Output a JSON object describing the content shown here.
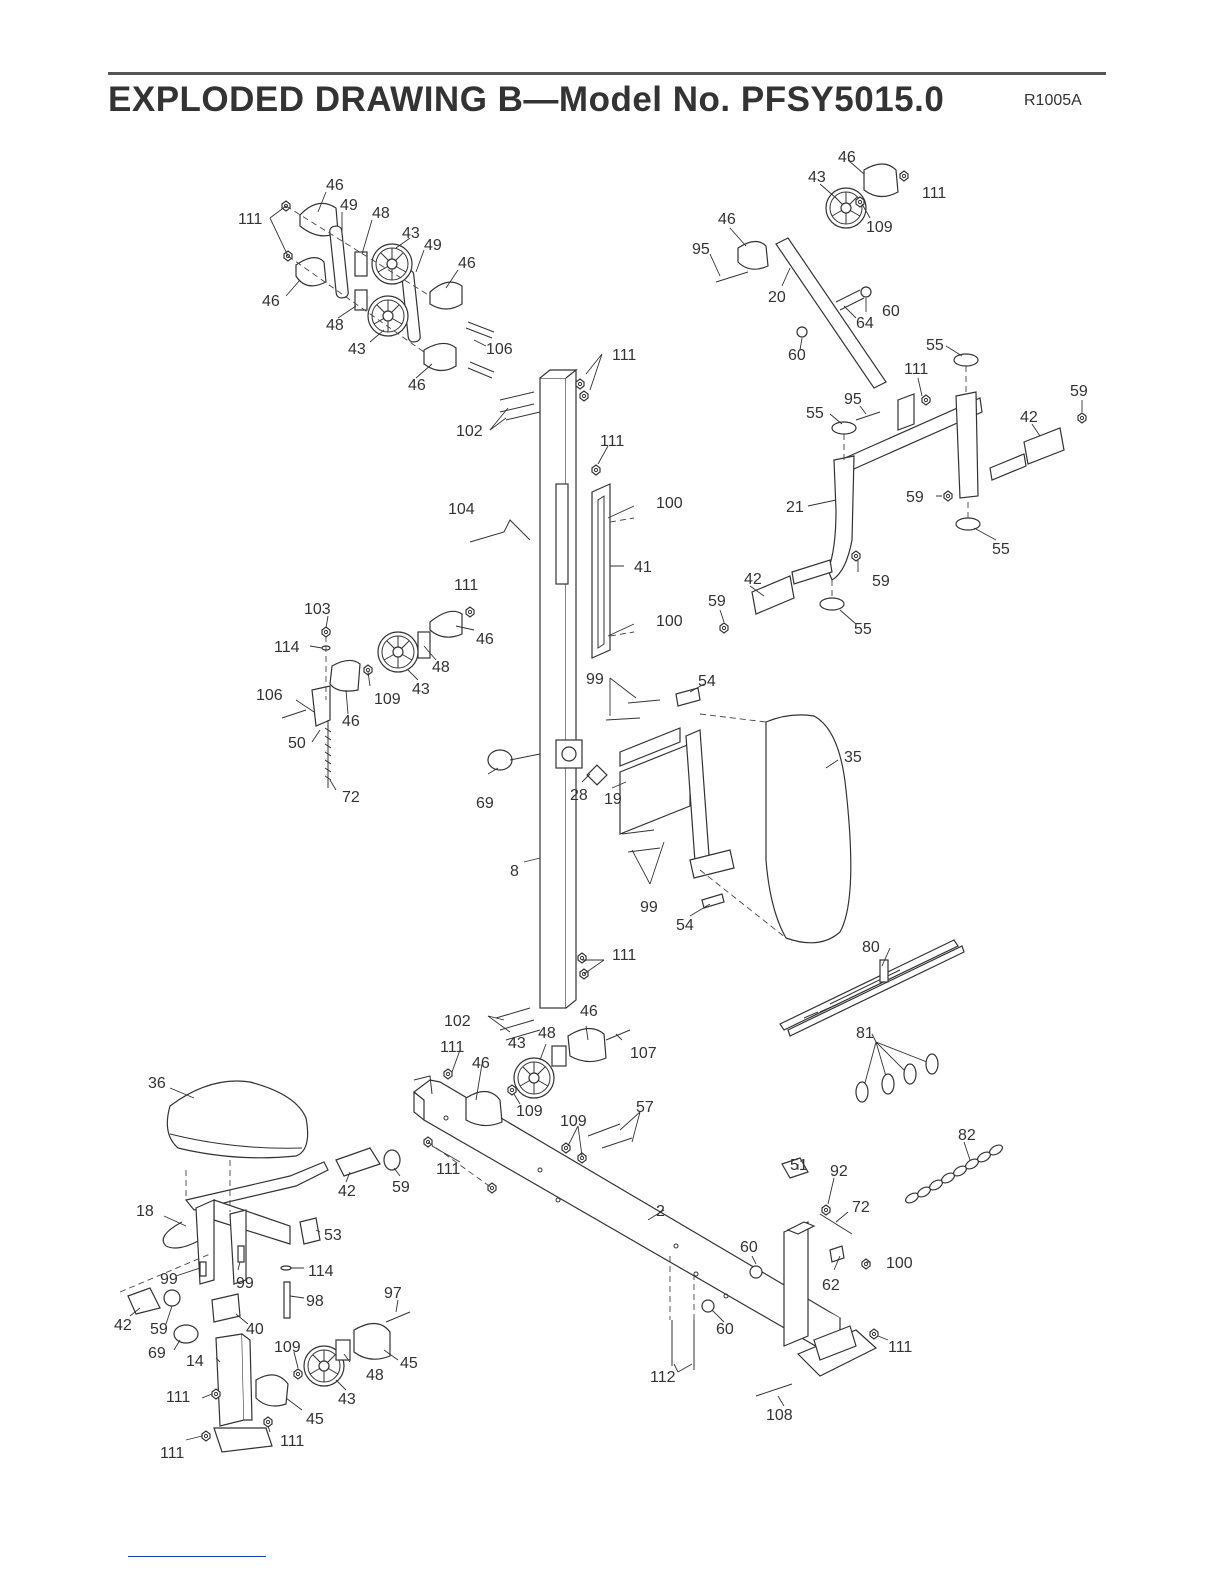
{
  "header": {
    "title": "EXPLODED DRAWING B—Model No. PFSY5015.0",
    "code": "R1005A"
  },
  "labels": [
    {
      "id": "l111a",
      "text": "111"
    },
    {
      "id": "l46a",
      "text": "46"
    },
    {
      "id": "l49a",
      "text": "49"
    },
    {
      "id": "l48a",
      "text": "48"
    },
    {
      "id": "l43a",
      "text": "43"
    },
    {
      "id": "l49b",
      "text": "49"
    },
    {
      "id": "l46b",
      "text": "46"
    },
    {
      "id": "l46c",
      "text": "46"
    },
    {
      "id": "l48b",
      "text": "48"
    },
    {
      "id": "l43b",
      "text": "43"
    },
    {
      "id": "l106a",
      "text": "106"
    },
    {
      "id": "l46d",
      "text": "46"
    },
    {
      "id": "l111b",
      "text": "111"
    },
    {
      "id": "l102a",
      "text": "102"
    },
    {
      "id": "l111c",
      "text": "111"
    },
    {
      "id": "l104",
      "text": "104"
    },
    {
      "id": "l100a",
      "text": "100"
    },
    {
      "id": "l41",
      "text": "41"
    },
    {
      "id": "l100b",
      "text": "100"
    },
    {
      "id": "l111d",
      "text": "111"
    },
    {
      "id": "l103",
      "text": "103"
    },
    {
      "id": "l114a",
      "text": "114"
    },
    {
      "id": "l46e",
      "text": "46"
    },
    {
      "id": "l48c",
      "text": "48"
    },
    {
      "id": "l106b",
      "text": "106"
    },
    {
      "id": "l109a",
      "text": "109"
    },
    {
      "id": "l43c",
      "text": "43"
    },
    {
      "id": "l46f",
      "text": "46"
    },
    {
      "id": "l50",
      "text": "50"
    },
    {
      "id": "l72a",
      "text": "72"
    },
    {
      "id": "l99a",
      "text": "99"
    },
    {
      "id": "l54a",
      "text": "54"
    },
    {
      "id": "l35",
      "text": "35"
    },
    {
      "id": "l28",
      "text": "28"
    },
    {
      "id": "l19",
      "text": "19"
    },
    {
      "id": "l69a",
      "text": "69"
    },
    {
      "id": "l8",
      "text": "8"
    },
    {
      "id": "l99b",
      "text": "99"
    },
    {
      "id": "l54b",
      "text": "54"
    },
    {
      "id": "l46g",
      "text": "46"
    },
    {
      "id": "l43d",
      "text": "43"
    },
    {
      "id": "l111e",
      "text": "111"
    },
    {
      "id": "l109b",
      "text": "109"
    },
    {
      "id": "l46h",
      "text": "46"
    },
    {
      "id": "l20",
      "text": "20"
    },
    {
      "id": "l95a",
      "text": "95"
    },
    {
      "id": "l60a",
      "text": "60"
    },
    {
      "id": "l64",
      "text": "64"
    },
    {
      "id": "l60b",
      "text": "60"
    },
    {
      "id": "l55a",
      "text": "55"
    },
    {
      "id": "l111f",
      "text": "111"
    },
    {
      "id": "l95b",
      "text": "95"
    },
    {
      "id": "l55b",
      "text": "55"
    },
    {
      "id": "l59a",
      "text": "59"
    },
    {
      "id": "l42a",
      "text": "42"
    },
    {
      "id": "l21",
      "text": "21"
    },
    {
      "id": "l59b",
      "text": "59"
    },
    {
      "id": "l55c",
      "text": "55"
    },
    {
      "id": "l59c",
      "text": "59"
    },
    {
      "id": "l42b",
      "text": "42"
    },
    {
      "id": "l59d",
      "text": "59"
    },
    {
      "id": "l55d",
      "text": "55"
    },
    {
      "id": "l111g",
      "text": "111"
    },
    {
      "id": "l80",
      "text": "80"
    },
    {
      "id": "l102b",
      "text": "102"
    },
    {
      "id": "l46i",
      "text": "46"
    },
    {
      "id": "l48d",
      "text": "48"
    },
    {
      "id": "l107",
      "text": "107"
    },
    {
      "id": "l81",
      "text": "81"
    },
    {
      "id": "l111h",
      "text": "111"
    },
    {
      "id": "l43e",
      "text": "43"
    },
    {
      "id": "l46j",
      "text": "46"
    },
    {
      "id": "l36",
      "text": "36"
    },
    {
      "id": "l109c",
      "text": "109"
    },
    {
      "id": "l109d",
      "text": "109"
    },
    {
      "id": "l57",
      "text": "57"
    },
    {
      "id": "l82",
      "text": "82"
    },
    {
      "id": "l111i",
      "text": "111"
    },
    {
      "id": "l42c",
      "text": "42"
    },
    {
      "id": "l59e",
      "text": "59"
    },
    {
      "id": "l51",
      "text": "51"
    },
    {
      "id": "l92",
      "text": "92"
    },
    {
      "id": "l18",
      "text": "18"
    },
    {
      "id": "l2",
      "text": "2"
    },
    {
      "id": "l72b",
      "text": "72"
    },
    {
      "id": "l53",
      "text": "53"
    },
    {
      "id": "l60c",
      "text": "60"
    },
    {
      "id": "l100c",
      "text": "100"
    },
    {
      "id": "l99c",
      "text": "99"
    },
    {
      "id": "l99d",
      "text": "99"
    },
    {
      "id": "l114b",
      "text": "114"
    },
    {
      "id": "l62",
      "text": "62"
    },
    {
      "id": "l97",
      "text": "97"
    },
    {
      "id": "l98",
      "text": "98"
    },
    {
      "id": "l42d",
      "text": "42"
    },
    {
      "id": "l59f",
      "text": "59"
    },
    {
      "id": "l40",
      "text": "40"
    },
    {
      "id": "l60d",
      "text": "60"
    },
    {
      "id": "l69b",
      "text": "69"
    },
    {
      "id": "l109e",
      "text": "109"
    },
    {
      "id": "l45a",
      "text": "45"
    },
    {
      "id": "l14",
      "text": "14"
    },
    {
      "id": "l48e",
      "text": "48"
    },
    {
      "id": "l111j",
      "text": "111"
    },
    {
      "id": "l112",
      "text": "112"
    },
    {
      "id": "l43f",
      "text": "43"
    },
    {
      "id": "l111k",
      "text": "111"
    },
    {
      "id": "l45b",
      "text": "45"
    },
    {
      "id": "l111l",
      "text": "111"
    },
    {
      "id": "l108",
      "text": "108"
    },
    {
      "id": "l111m",
      "text": "111"
    }
  ]
}
